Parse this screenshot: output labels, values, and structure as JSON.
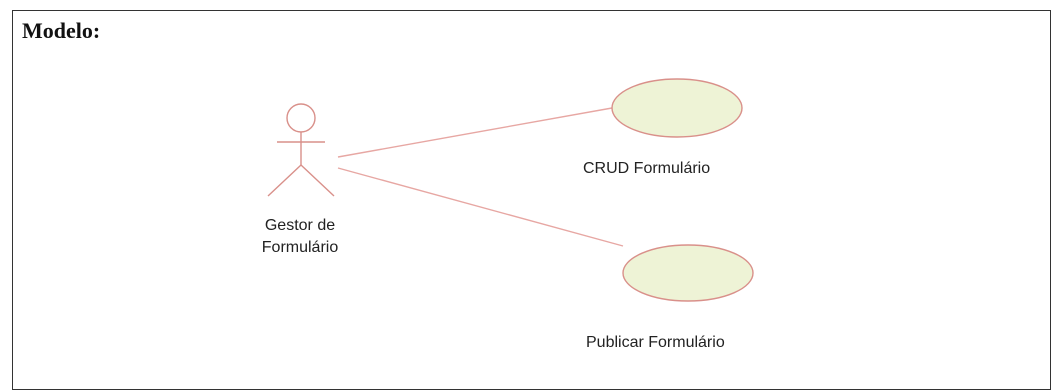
{
  "frame": {
    "title": "Modelo:"
  },
  "actor": {
    "label_line1": "Gestor de",
    "label_line2": "Formulário"
  },
  "use_cases": [
    {
      "label": "CRUD Formulário"
    },
    {
      "label": "Publicar Formulário"
    }
  ],
  "colors": {
    "actor_stroke": "#d9908a",
    "use_case_fill": "#eef3d6",
    "use_case_stroke": "#d9908a",
    "association": "#e7a7a3",
    "frame_border": "#333333"
  }
}
